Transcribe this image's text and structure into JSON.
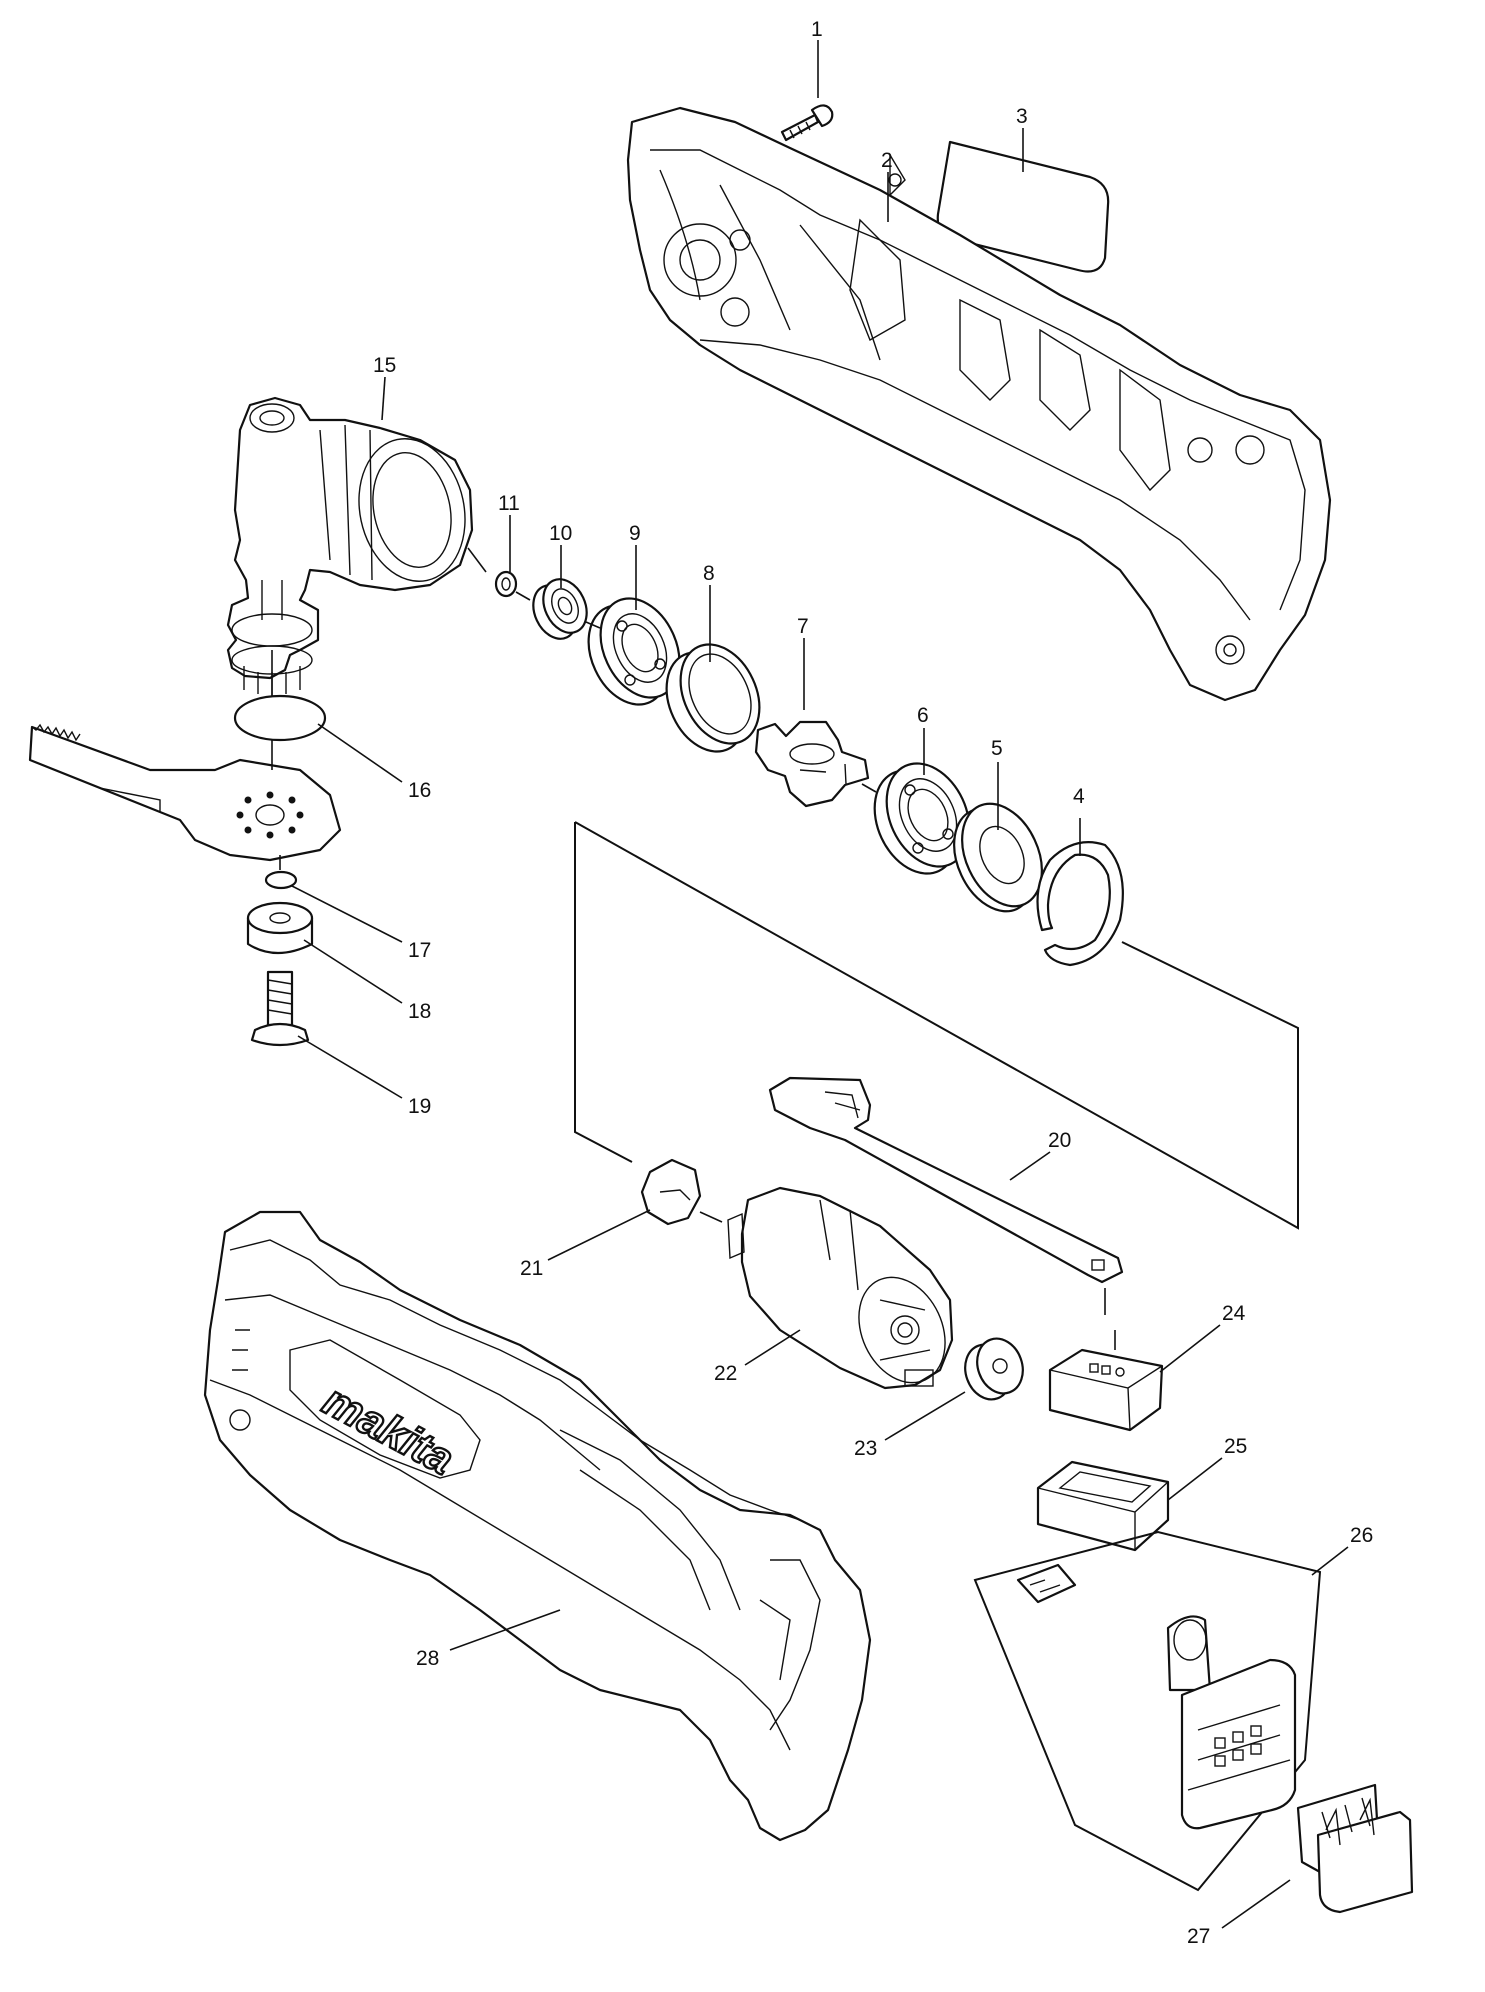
{
  "parts": [
    {
      "label": "1"
    },
    {
      "label": "2"
    },
    {
      "label": "3"
    },
    {
      "label": "4"
    },
    {
      "label": "5"
    },
    {
      "label": "6"
    },
    {
      "label": "7"
    },
    {
      "label": "8"
    },
    {
      "label": "9"
    },
    {
      "label": "10"
    },
    {
      "label": "11"
    },
    {
      "label": "15"
    },
    {
      "label": "16"
    },
    {
      "label": "17"
    },
    {
      "label": "18"
    },
    {
      "label": "19"
    },
    {
      "label": "20"
    },
    {
      "label": "21"
    },
    {
      "label": "22"
    },
    {
      "label": "23"
    },
    {
      "label": "24"
    },
    {
      "label": "25"
    },
    {
      "label": "26"
    },
    {
      "label": "27"
    },
    {
      "label": "28"
    }
  ],
  "logo_text": "makita"
}
